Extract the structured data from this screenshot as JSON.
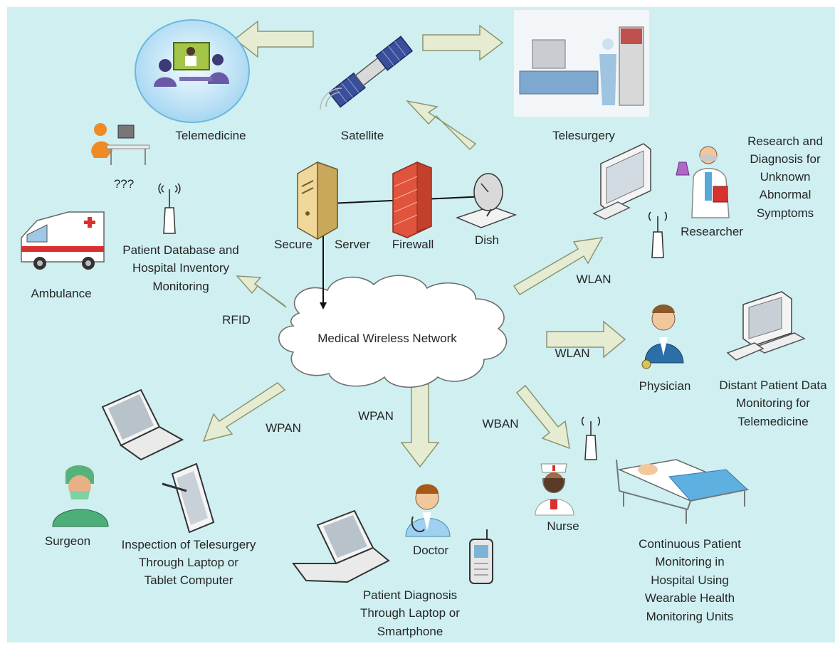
{
  "network": {
    "center_label": "Medical Wireless Network"
  },
  "nodes": {
    "telemedicine": "Telemedicine",
    "satellite": "Satellite",
    "telesurgery": "Telesurgery",
    "unknown_user": "???",
    "secure": "Secure",
    "server": "Server",
    "firewall": "Firewall",
    "dish": "Dish",
    "ambulance": "Ambulance",
    "patient_db": [
      "Patient Database and",
      "Hospital Inventory",
      "Monitoring"
    ],
    "research": [
      "Research and",
      "Diagnosis for",
      "Unknown",
      "Abnormal",
      "Symptoms"
    ],
    "researcher": "Researcher",
    "physician": "Physician",
    "distant_monitoring": [
      "Distant Patient Data",
      "Monitoring for",
      "Telemedicine"
    ],
    "surgeon": "Surgeon",
    "inspection": [
      "Inspection of Telesurgery",
      "Through Laptop or",
      "Tablet Computer"
    ],
    "doctor": "Doctor",
    "patient_diagnosis": [
      "Patient Diagnosis",
      "Through Laptop or",
      "Smartphone"
    ],
    "nurse": "Nurse",
    "continuous": [
      "Continuous Patient",
      "Monitoring in",
      "Hospital Using",
      "Wearable Health",
      "Monitoring Units"
    ]
  },
  "links": {
    "rfid": "RFID",
    "wlan_upper": "WLAN",
    "wlan_lower": "WLAN",
    "wpan_left": "WPAN",
    "wpan_center": "WPAN",
    "wban": "WBAN"
  },
  "colors": {
    "background": "#cfeff0",
    "arrow_fill": "#e6ecd2",
    "arrow_stroke": "#8d9470",
    "cloud_fill": "#ffffff",
    "firewall": "#e0533c"
  }
}
